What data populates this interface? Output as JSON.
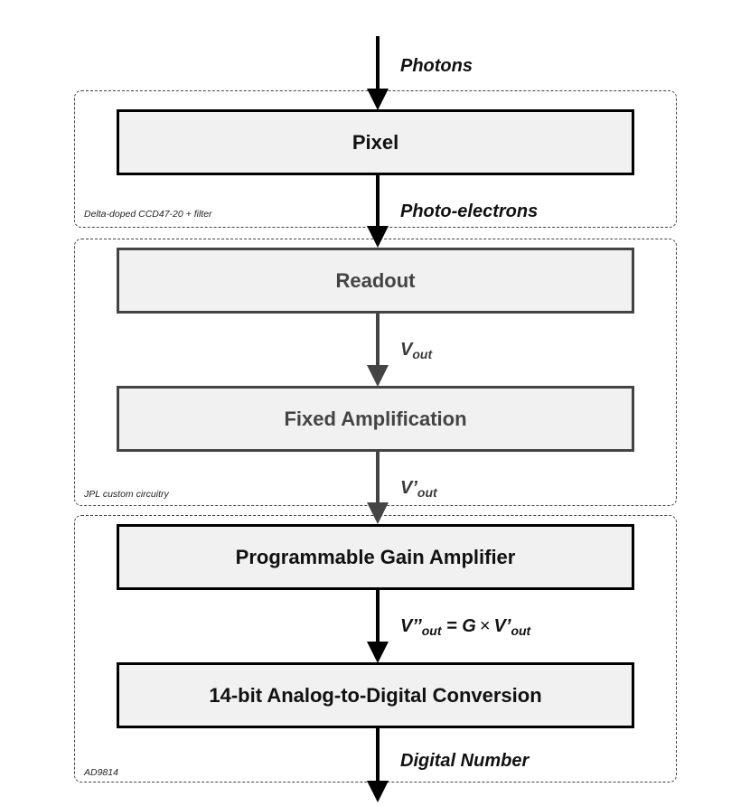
{
  "groups": [
    {
      "id": "sensor",
      "caption": "Delta-doped CCD47-20 + filter"
    },
    {
      "id": "jpl",
      "caption": "JPL custom circuitry"
    },
    {
      "id": "adc",
      "caption": "AD9814"
    }
  ],
  "blocks": {
    "pixel": "Pixel",
    "readout": "Readout",
    "fixed_amp": "Fixed Amplification",
    "pga": "Programmable Gain Amplifier",
    "adc": "14-bit Analog-to-Digital Conversion"
  },
  "labels": {
    "photons": "Photons",
    "photo_electrons": "Photo-electrons",
    "vout": {
      "base": "V",
      "sub": "out"
    },
    "vout_prime": {
      "base": "V’",
      "sub": "out"
    },
    "vout_double": {
      "base": "V’’",
      "sub": "out",
      "eq": "= G",
      "times": "×",
      "rhs_base": "V’",
      "rhs_sub": "out"
    },
    "digital_number": "Digital Number"
  },
  "colors": {
    "strong": "#000000",
    "muted": "#444444",
    "fill": "#f1f1f1"
  }
}
